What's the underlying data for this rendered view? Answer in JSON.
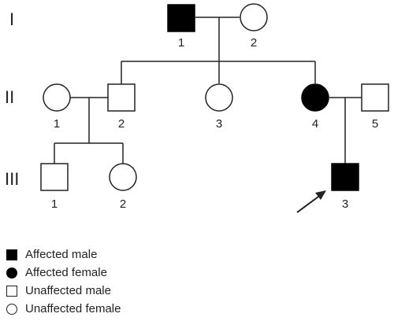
{
  "generations": [
    "I",
    "II",
    "III"
  ],
  "individuals": {
    "g1_1": {
      "id": "1",
      "sex": "male",
      "affected": true
    },
    "g1_2": {
      "id": "2",
      "sex": "female",
      "affected": false
    },
    "g2_1": {
      "id": "1",
      "sex": "female",
      "affected": false
    },
    "g2_2": {
      "id": "2",
      "sex": "male",
      "affected": false
    },
    "g2_3": {
      "id": "3",
      "sex": "female",
      "affected": false
    },
    "g2_4": {
      "id": "4",
      "sex": "female",
      "affected": true
    },
    "g2_5": {
      "id": "5",
      "sex": "male",
      "affected": false
    },
    "g3_1": {
      "id": "1",
      "sex": "male",
      "affected": false
    },
    "g3_2": {
      "id": "2",
      "sex": "female",
      "affected": false
    },
    "g3_3": {
      "id": "3",
      "sex": "male",
      "affected": true,
      "proband": true
    }
  },
  "legend": [
    {
      "symbol": "filled-square",
      "label": "Affected male"
    },
    {
      "symbol": "filled-circle",
      "label": "Affected female"
    },
    {
      "symbol": "empty-square",
      "label": "Unaffected male"
    },
    {
      "symbol": "empty-circle",
      "label": "Unaffected female"
    }
  ]
}
